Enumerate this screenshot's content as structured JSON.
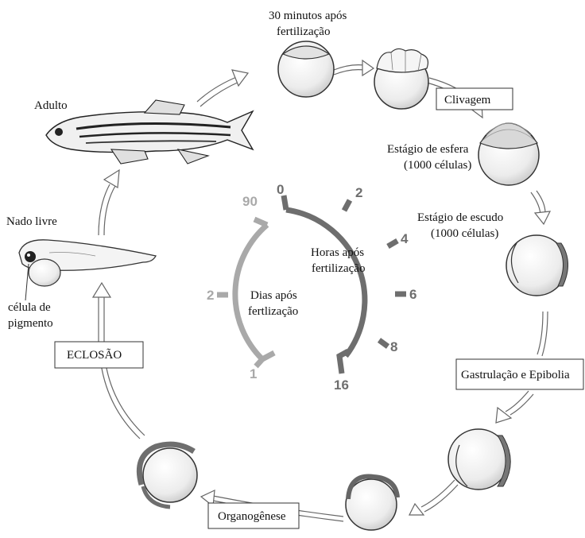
{
  "labels": {
    "min30_line1": "30 minutos após",
    "min30_line2": "fertilização",
    "adult": "Adulto",
    "free_swim": "Nado livre",
    "pigment_line1": "célula de",
    "pigment_line2": "pigmento",
    "sphere_line1": "Estágio de esfera",
    "sphere_line2": "(1000 células)",
    "shield_line1": "Estágio de escudo",
    "shield_line2": "(1000 células)",
    "hours_line1": "Horas após",
    "hours_line2": "fertilização",
    "days_line1": "Dias após",
    "days_line2": "fertlização"
  },
  "boxes": {
    "cleavage": "Clivagem",
    "gastrulation": "Gastrulação e Epibolia",
    "organogenesis": "Organogênese",
    "hatching": "ECLOSÃO"
  },
  "clock": {
    "hours_ticks": [
      "0",
      "2",
      "4",
      "6",
      "8",
      "16"
    ],
    "days_ticks": [
      "90",
      "2",
      "1"
    ]
  },
  "colors": {
    "hours_arc": "#6e6e6e",
    "days_arc": "#a9a9a9",
    "embryo_fill": "#f2f2f2",
    "outline": "#333333"
  }
}
